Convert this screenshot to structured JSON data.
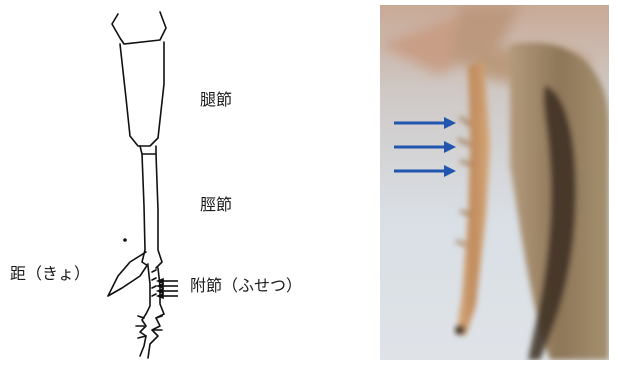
{
  "labels": {
    "femur": "腿節",
    "tibia": "脛節",
    "spur": "距（きょ）",
    "tarsus": "附節（ふせつ）"
  },
  "photo": {
    "arrow_count": 3,
    "arrow_color": "#2255b0"
  },
  "colors": {
    "line": "#111111",
    "photo_bg_light": "#d8dde2",
    "photo_leg": "#c9996a",
    "photo_body": "#a89070"
  }
}
